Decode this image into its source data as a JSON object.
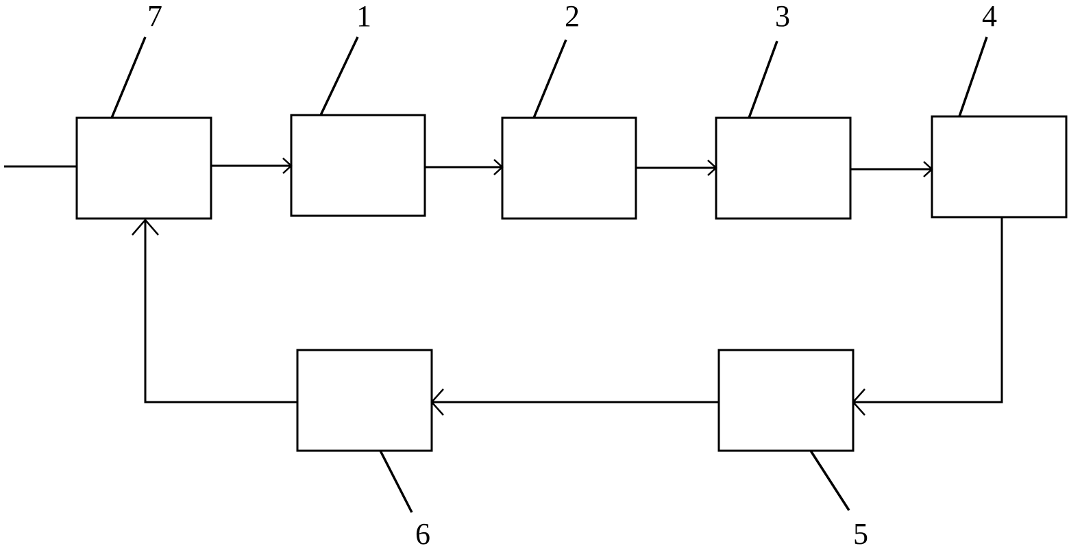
{
  "diagram": {
    "blocks": {
      "b7": {
        "label": "7"
      },
      "b1": {
        "label": "1"
      },
      "b2": {
        "label": "2"
      },
      "b3": {
        "label": "3"
      },
      "b4": {
        "label": "4"
      },
      "b5": {
        "label": "5"
      },
      "b6": {
        "label": "6"
      }
    },
    "flow": [
      "7",
      "1",
      "2",
      "3",
      "4",
      "5",
      "6",
      "7"
    ],
    "colors": {
      "stroke": "#000000",
      "background": "#ffffff"
    }
  }
}
